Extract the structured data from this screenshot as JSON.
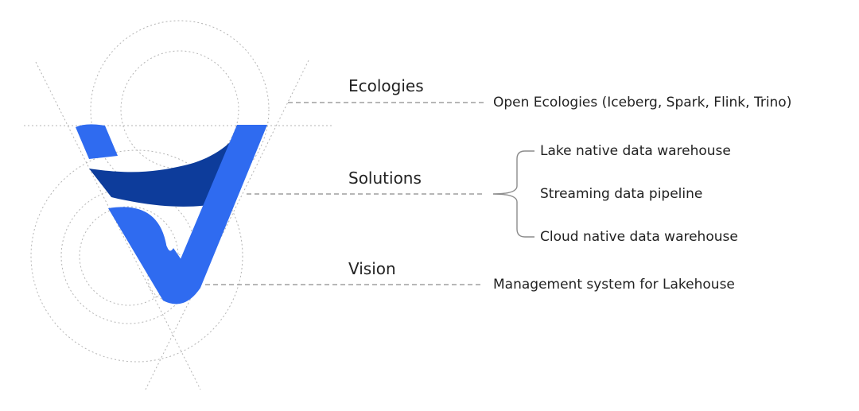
{
  "colors": {
    "primary_blue": "#2F6BF0",
    "dark_blue": "#0D3C9B",
    "guide_gray": "#B5B5B5",
    "connector_gray": "#8C8C8C"
  },
  "layers": [
    {
      "heading": "Ecologies",
      "items": [
        "Open Ecologies (Iceberg, Spark, Flink, Trino)"
      ]
    },
    {
      "heading": "Solutions",
      "items": [
        "Lake native data warehouse",
        "Streaming data pipeline",
        "Cloud native data warehouse"
      ]
    },
    {
      "heading": "Vision",
      "items": [
        "Management system for Lakehouse"
      ]
    }
  ]
}
